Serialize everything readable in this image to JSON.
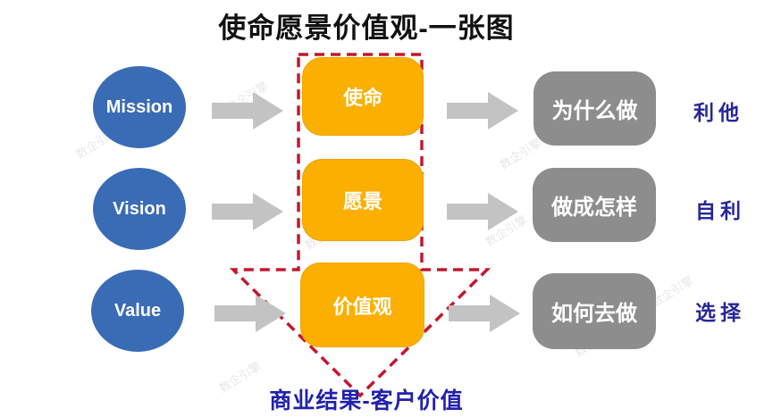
{
  "title": "使命愿景价值观-一张图",
  "diagram": {
    "rows": [
      {
        "term": "Mission",
        "core": "使命",
        "question": "为什么做",
        "principle": "利他"
      },
      {
        "term": "Vision",
        "core": "愿景",
        "question": "做成怎样",
        "principle": "自利"
      },
      {
        "term": "Value",
        "core": "价值观",
        "question": "如何去做",
        "principle": "选择"
      }
    ],
    "bottom_label": "商业结果-客户价值",
    "watermark": "数企引擎"
  },
  "colors": {
    "circle_blue": "#3a6cb5",
    "core_box_yellow": "#fbaf00",
    "question_box_gray": "#8d8d8d",
    "arrow_gray": "#c3c3c3",
    "funnel_dashed_red": "#c2182f",
    "principle_navy": "#26269b",
    "bottom_text_blue": "#2121ad"
  }
}
